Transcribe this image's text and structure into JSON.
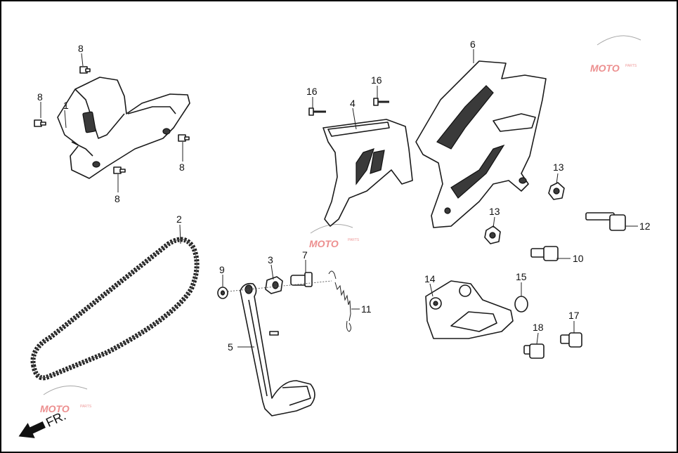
{
  "diagram": {
    "direction_label": "FR.",
    "watermark": {
      "text": "MOTO",
      "sub": "PARTS"
    },
    "callouts": [
      {
        "id": "c1",
        "label": "1"
      },
      {
        "id": "c2",
        "label": "2"
      },
      {
        "id": "c3",
        "label": "3"
      },
      {
        "id": "c4",
        "label": "4"
      },
      {
        "id": "c5",
        "label": "5"
      },
      {
        "id": "c6",
        "label": "6"
      },
      {
        "id": "c7",
        "label": "7"
      },
      {
        "id": "c8a",
        "label": "8"
      },
      {
        "id": "c8b",
        "label": "8"
      },
      {
        "id": "c8c",
        "label": "8"
      },
      {
        "id": "c8d",
        "label": "8"
      },
      {
        "id": "c9",
        "label": "9"
      },
      {
        "id": "c10",
        "label": "10"
      },
      {
        "id": "c11",
        "label": "11"
      },
      {
        "id": "c12",
        "label": "12"
      },
      {
        "id": "c13a",
        "label": "13"
      },
      {
        "id": "c13b",
        "label": "13"
      },
      {
        "id": "c14",
        "label": "14"
      },
      {
        "id": "c15",
        "label": "15"
      },
      {
        "id": "c16a",
        "label": "16"
      },
      {
        "id": "c16b",
        "label": "16"
      },
      {
        "id": "c17",
        "label": "17"
      },
      {
        "id": "c18",
        "label": "18"
      }
    ]
  }
}
